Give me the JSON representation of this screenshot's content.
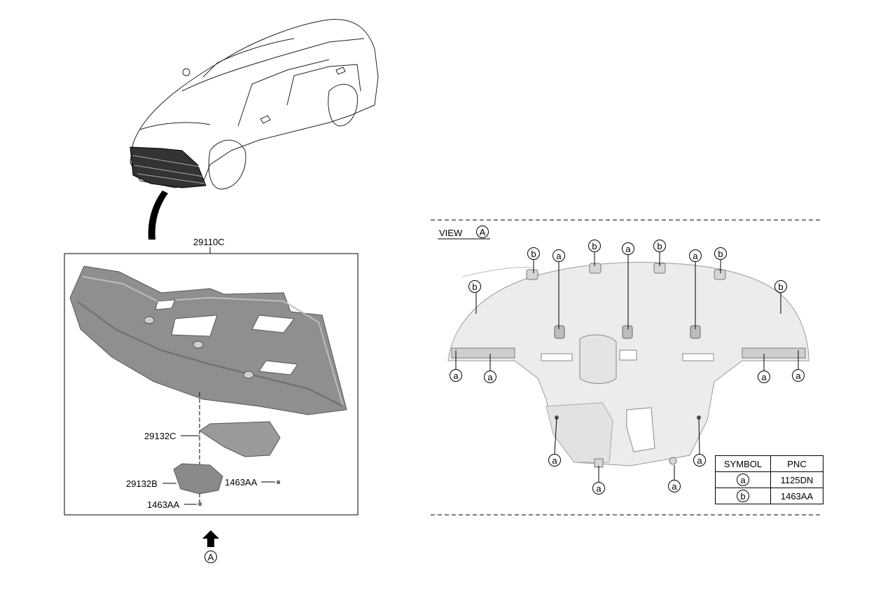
{
  "left_view": {
    "callouts": {
      "main_part": "29110C",
      "cover_c": "29132C",
      "cover_b": "29132B",
      "clip_right": "1463AA",
      "clip_bottom": "1463AA"
    },
    "view_marker": "A"
  },
  "right_view": {
    "view_label": "VIEW",
    "view_letter": "A",
    "symbols": {
      "a": "a",
      "b": "b"
    }
  },
  "legend_table": {
    "header_symbol": "SYMBOL",
    "header_pnc": "PNC",
    "rows": [
      {
        "symbol": "a",
        "pnc": "1125DN"
      },
      {
        "symbol": "b",
        "pnc": "1463AA"
      }
    ]
  }
}
